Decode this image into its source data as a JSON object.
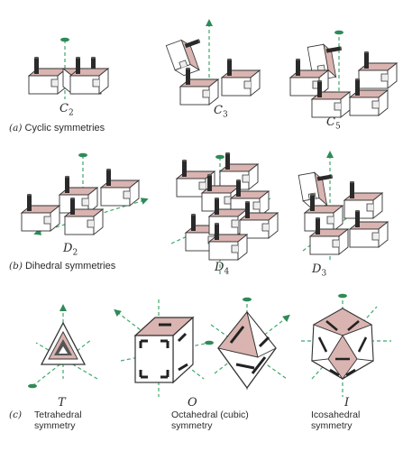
{
  "colors": {
    "axis": "#3fa86a",
    "marker": "#2f8a58",
    "face": "#d9b4b0",
    "edge": "#333333",
    "post": "#2a2a2a",
    "text": "#2a2a2a"
  },
  "labels": {
    "c2": {
      "base": "C",
      "sub": "2"
    },
    "c3": {
      "base": "C",
      "sub": "3"
    },
    "c5": {
      "base": "C",
      "sub": "5"
    },
    "d2": {
      "base": "D",
      "sub": "2"
    },
    "d4": {
      "base": "D",
      "sub": "4"
    },
    "d3": {
      "base": "D",
      "sub": "3"
    },
    "t": "T",
    "o": "O",
    "i": "I"
  },
  "captions": {
    "a": {
      "tag": "(a)",
      "text": "Cyclic symmetries"
    },
    "b": {
      "tag": "(b)",
      "text": "Dihedral symmetries"
    },
    "c": {
      "tag": "(c)"
    }
  },
  "polyhedra": {
    "tetra": {
      "line1": "Tetrahedral",
      "line2": "symmetry"
    },
    "octa": {
      "line1": "Octahedral (cubic)",
      "line2": "symmetry"
    },
    "icosa": {
      "line1": "Icosahedral",
      "line2": "symmetry"
    }
  },
  "icons": [
    "block-icon",
    "axis-marker-icon",
    "tetrahedron-icon",
    "cube-icon",
    "octahedron-icon",
    "icosahedron-icon"
  ]
}
